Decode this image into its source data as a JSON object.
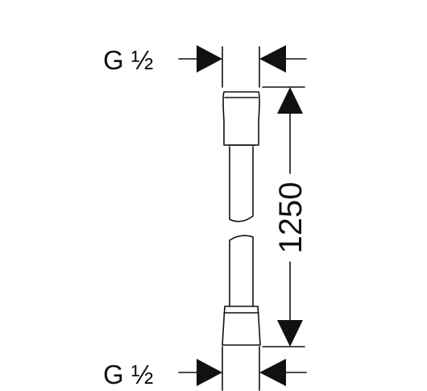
{
  "labels": {
    "top_thread": "G ½",
    "bottom_thread": "G ½",
    "length": "1250"
  },
  "colors": {
    "line": "#111111",
    "background": "#ffffff"
  }
}
